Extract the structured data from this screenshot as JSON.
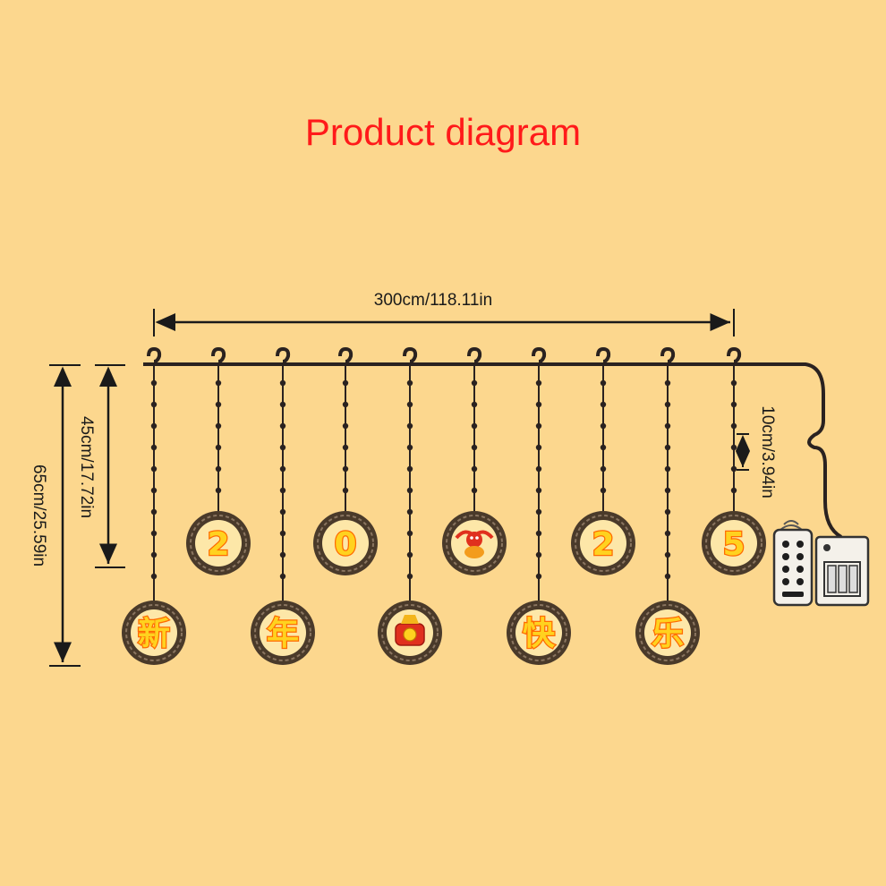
{
  "title": "Product diagram",
  "dimensions": {
    "width": "300cm/118.11in",
    "short_drop": "45cm/17.72in",
    "long_drop": "65cm/25.59in",
    "spacing": "10cm/3.94in"
  },
  "pendants": [
    {
      "label": "新",
      "kind": "text"
    },
    {
      "label": "2",
      "kind": "text"
    },
    {
      "label": "年",
      "kind": "text"
    },
    {
      "label": "0",
      "kind": "text"
    },
    {
      "label": "",
      "kind": "lucky-bag-icon"
    },
    {
      "label": "",
      "kind": "snake-icon"
    },
    {
      "label": "快",
      "kind": "text"
    },
    {
      "label": "2",
      "kind": "text"
    },
    {
      "label": "乐",
      "kind": "text"
    },
    {
      "label": "5",
      "kind": "text"
    }
  ],
  "colors": {
    "background": "#fcd78e",
    "title": "#ff1a1a",
    "glyph_fill": "#ffd21f",
    "glyph_outline": "#ff6a00",
    "disc": "#fde7a8",
    "ring": "#4a3a2a"
  },
  "accessories": [
    "remote-control-icon",
    "battery-box-icon"
  ]
}
